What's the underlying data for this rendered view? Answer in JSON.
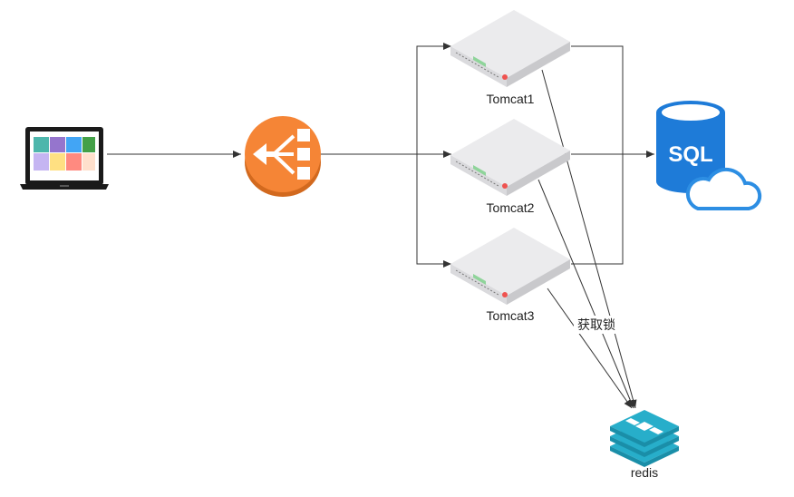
{
  "nodes": {
    "client": {
      "label": ""
    },
    "load_balancer": {
      "label": ""
    },
    "tomcat1": {
      "label": "Tomcat1"
    },
    "tomcat2": {
      "label": "Tomcat2"
    },
    "tomcat3": {
      "label": "Tomcat3"
    },
    "database": {
      "label": "SQL"
    },
    "redis": {
      "label": "redis"
    }
  },
  "edges": {
    "lock_label": "获取锁"
  },
  "colors": {
    "edge": "#333333",
    "lb_orange": "#f58536",
    "lb_orange_dark": "#d2691e",
    "sql_blue": "#1e7bd8",
    "cloud_blue": "#2d8ee3",
    "redis_teal": "#27aeca",
    "server_top": "#ebebed",
    "server_side": "#c9c9cc",
    "screen_tiles": [
      "#4db6ac",
      "#9575cd",
      "#42a5f5",
      "#43a047",
      "#c5b5f2",
      "#ffe082",
      "#ff8a80",
      "#ffe0cc"
    ]
  }
}
